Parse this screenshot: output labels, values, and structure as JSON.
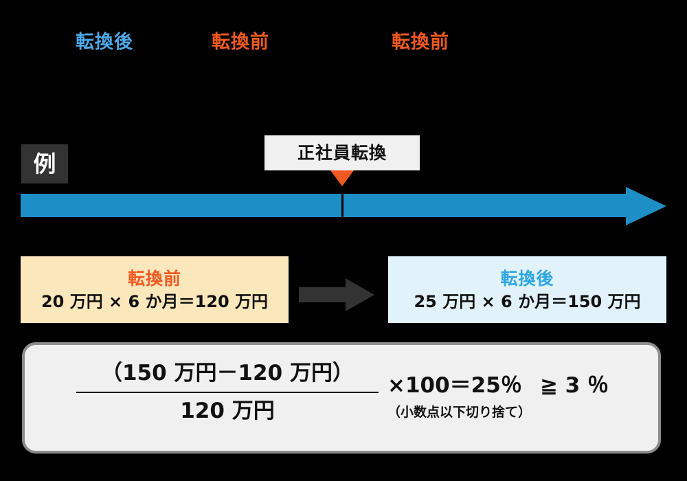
{
  "phase_labels": [
    {
      "text": "転換後",
      "color": "#4EA8E8"
    },
    {
      "text": "転換前",
      "color": "#F05A22"
    },
    {
      "text": "転換前",
      "color": "#F05A22"
    }
  ],
  "badge": {
    "label": "例"
  },
  "timeline": {
    "callout_label": "正社員転換"
  },
  "comparison": {
    "before": {
      "title": "転換前",
      "formula": "20 万円 × 6 か月＝120 万円"
    },
    "after": {
      "title": "転換後",
      "formula": "25 万円 × 6 か月＝150 万円"
    }
  },
  "result": {
    "numerator": "（150 万円－120 万円）",
    "denominator": "120 万円",
    "expression": "×100＝25％",
    "comparison": "≧ 3 ％",
    "note": "（小数点以下切り捨て）"
  },
  "colors": {
    "background": "#000000",
    "timeline": "#1D8FC6",
    "accent_orange": "#F05A22",
    "accent_blue": "#2EA6E0",
    "before_box": "#FBE7BC",
    "after_box": "#E1F2FB",
    "badge": "#333333",
    "panel": "#F0F0F0",
    "panel_border": "#8C8C8C"
  }
}
